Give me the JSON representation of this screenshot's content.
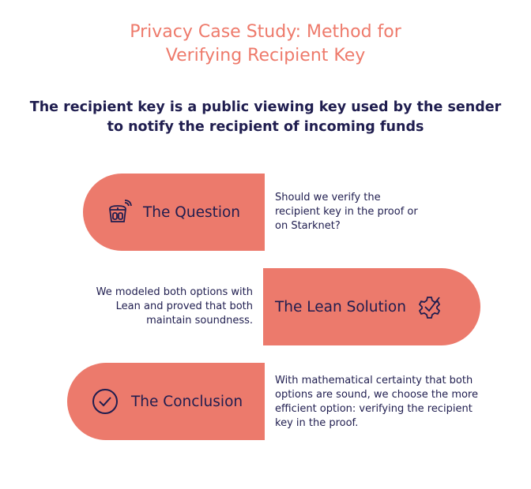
{
  "header": {
    "title_line1": "Privacy Case Study: Method for",
    "title_line2": "Verifying Recipient Key",
    "subtitle_line1": "The recipient key is a public viewing key used by the sender",
    "subtitle_line2": "to notify the recipient of incoming funds"
  },
  "steps": [
    {
      "label": "The Question",
      "icon": "scale-wifi-icon",
      "desc": [
        "Should we verify the",
        "recipient key in the proof or",
        "on Starknet?"
      ]
    },
    {
      "label": "The Lean Solution",
      "icon": "gear-check-icon",
      "desc": [
        "We modeled both options with",
        "Lean and proved that both",
        "maintain soundness."
      ]
    },
    {
      "label": "The Conclusion",
      "icon": "check-circle-icon",
      "desc": [
        "With mathematical certainty that both",
        "options are sound, we choose the more",
        "efficient option: verifying the recipient",
        "key in the proof."
      ]
    }
  ],
  "colors": {
    "accent": "#ec7a6c",
    "text": "#1f1d4f",
    "title": "#ee7a6b"
  }
}
